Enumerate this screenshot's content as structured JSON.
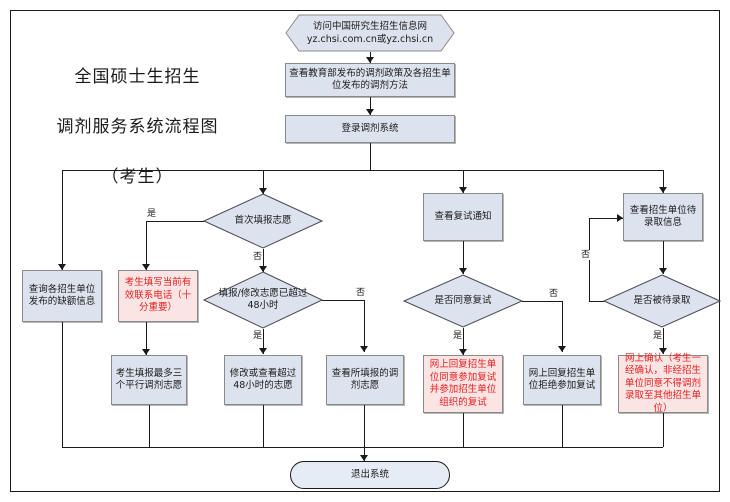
{
  "title": {
    "line1": "全国硕士生招生",
    "line2": "调剂服务系统流程图",
    "line3": "（考生）",
    "full": "全国硕士生招生\n调剂服务系统流程图\n（考生）"
  },
  "colors": {
    "node_fill": "#dde3ee",
    "node_border": "#8a8a8a",
    "warning_fill": "#fbe4e4",
    "warning_text": "#e8201f",
    "line": "#1a1a1a",
    "terminal_fill": "#e6ecf6",
    "page_bg": "#ffffff"
  },
  "nodes": {
    "start": {
      "shape": "hexagon",
      "line1": "访问中国研究生招生信息网",
      "line2": "yz.chsi.com.cn或yz.chsi.cn",
      "text": "访问中国研究生招生信息网\nyz.chsi.com.cn或yz.chsi.cn"
    },
    "policy": {
      "shape": "rect",
      "text": "查看教育部发布的调剂政策及各招生单位发布的调剂方法"
    },
    "login": {
      "shape": "rect",
      "text": "登录调剂系统"
    },
    "first_fill_decision": {
      "shape": "diamond",
      "text": "首次填报志愿"
    },
    "over48_decision": {
      "shape": "diamond",
      "text": "填报/修改志愿已超过48小时"
    },
    "query_vacancy": {
      "shape": "rect",
      "text": "查询各招生单位发布的缺额信息"
    },
    "phone_warning": {
      "shape": "rect-warning",
      "text": "考生填写当前有效联系电话（十分重要）"
    },
    "fill_three": {
      "shape": "rect",
      "text": "考生填报最多三个平行调剂志愿"
    },
    "modify_over48": {
      "shape": "rect",
      "text": "修改或查看超过48小时的志愿"
    },
    "view_filled": {
      "shape": "rect",
      "text": "查看所填报的调剂志愿"
    },
    "retest_notice": {
      "shape": "rect",
      "text": "查看复试通知"
    },
    "agree_retest_decision": {
      "shape": "diamond",
      "text": "是否同意复试"
    },
    "reply_agree": {
      "shape": "rect-warning",
      "text": "网上回复招生单位同意参加复试并参加招生单位组织的复试"
    },
    "reply_refuse": {
      "shape": "rect",
      "text": "网上回复招生单位拒绝参加复试"
    },
    "view_admission": {
      "shape": "rect",
      "text": "查看招生单位待录取信息"
    },
    "admitted_decision": {
      "shape": "diamond",
      "text": "是否被待录取"
    },
    "online_confirm": {
      "shape": "rect-warning",
      "text": "网上确认（考生一经确认，非经招生单位同意不得调剂录取至其他招生单位）"
    },
    "exit": {
      "shape": "stadium",
      "text": "退出系统"
    }
  },
  "edge_labels": {
    "first_fill_yes": "是",
    "first_fill_no": "否",
    "over48_yes": "是",
    "over48_no": "否",
    "agree_retest_yes": "是",
    "agree_retest_no": "否",
    "admitted_yes": "是",
    "admitted_no": "否"
  }
}
